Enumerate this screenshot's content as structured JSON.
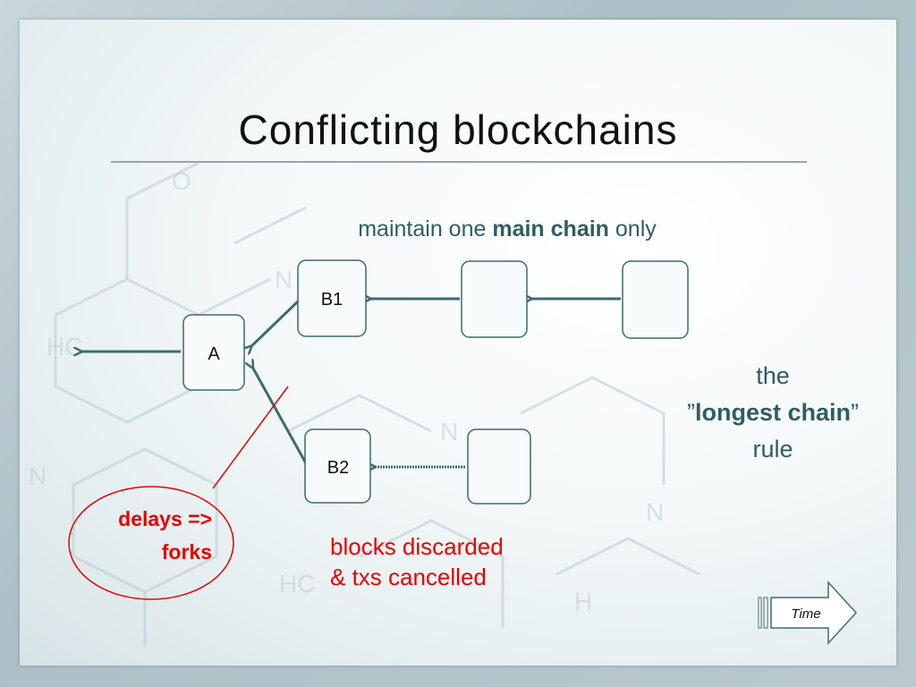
{
  "slide": {
    "title": "Conflicting blockchains",
    "caption": {
      "prefix": "maintain one ",
      "emphasis": "main chain",
      "suffix": " only"
    },
    "rule": {
      "line1": "the",
      "open_quote": "”",
      "emphasis": "longest chain",
      "close_quote": "”",
      "line3": "rule"
    },
    "discarded": {
      "line1": "blocks discarded",
      "line2": "& txs cancelled"
    },
    "forks_note": {
      "line1": "delays =>",
      "line2": "forks"
    },
    "blocks": {
      "a": "A",
      "b1": "B1",
      "b2": "B2"
    },
    "time_button": "Time"
  },
  "colors": {
    "node_border": "#3d6b6f",
    "arrow": "#3d6b6f",
    "teal_text": "#2f5d63",
    "red": "#e60000"
  }
}
